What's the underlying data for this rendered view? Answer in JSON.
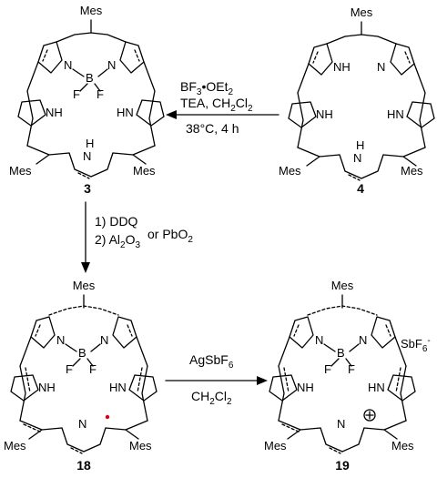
{
  "compounds": {
    "c3": {
      "number": "3",
      "substituent": "Mes"
    },
    "c4": {
      "number": "4",
      "substituent": "Mes"
    },
    "c18": {
      "number": "18",
      "substituent": "Mes"
    },
    "c19": {
      "number": "19",
      "substituent": "Mes",
      "counterion": "SbF",
      "counterion_sub": "6",
      "counterion_sup": "-"
    }
  },
  "atoms": {
    "N": "N",
    "NH": "NH",
    "HN": "HN",
    "H": "H",
    "B": "B",
    "F": "F"
  },
  "reactions": {
    "r1": {
      "line1_a": "BF",
      "line1_sub": "3",
      "line1_b": "•OEt",
      "line1_sub2": "2",
      "line2_a": "TEA, CH",
      "line2_sub": "2",
      "line2_b": "Cl",
      "line2_sub2": "2",
      "line3": "38°C, 4 h"
    },
    "r2": {
      "line1": "1) DDQ",
      "line2_a": "2) Al",
      "line2_sub": "2",
      "line2_b": "O",
      "line2_sub2": "3",
      "alt": "or PbO",
      "alt_sub": "2"
    },
    "r3": {
      "line1_a": "AgSbF",
      "line1_sub": "6",
      "line2_a": "CH",
      "line2_sub": "2",
      "line2_b": "Cl",
      "line2_sub2": "2"
    }
  },
  "colors": {
    "radical_dot": "#d0021b"
  }
}
